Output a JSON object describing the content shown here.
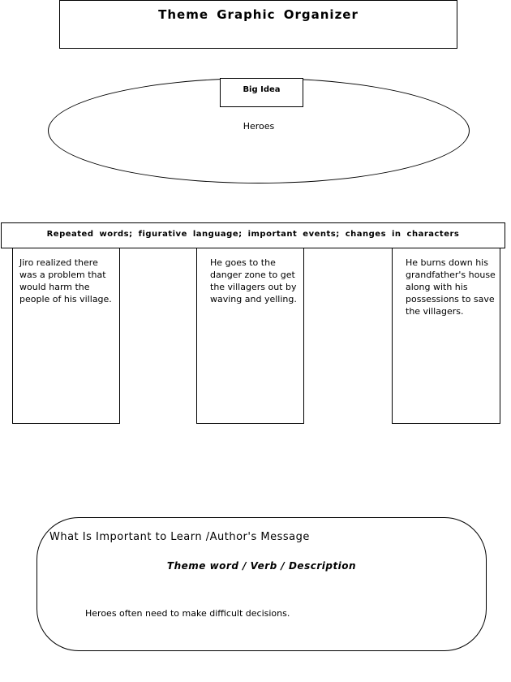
{
  "title": "Theme Graphic Organizer",
  "big_idea": {
    "label": "Big Idea",
    "value": "Heroes"
  },
  "evidence": {
    "header": "Repeated words; figurative language; important events; changes in characters",
    "items": [
      "Jiro realized there was a problem that would harm the people of his village.",
      "He goes to the danger zone to get the villagers out by waving and yelling.",
      "He burns down his grandfather's house along with his possessions to save the villagers."
    ]
  },
  "message": {
    "title": "What Is Important to Learn /Author's Message",
    "subtitle": "Theme word / Verb / Description",
    "text": "Heroes often need to make difficult decisions."
  }
}
